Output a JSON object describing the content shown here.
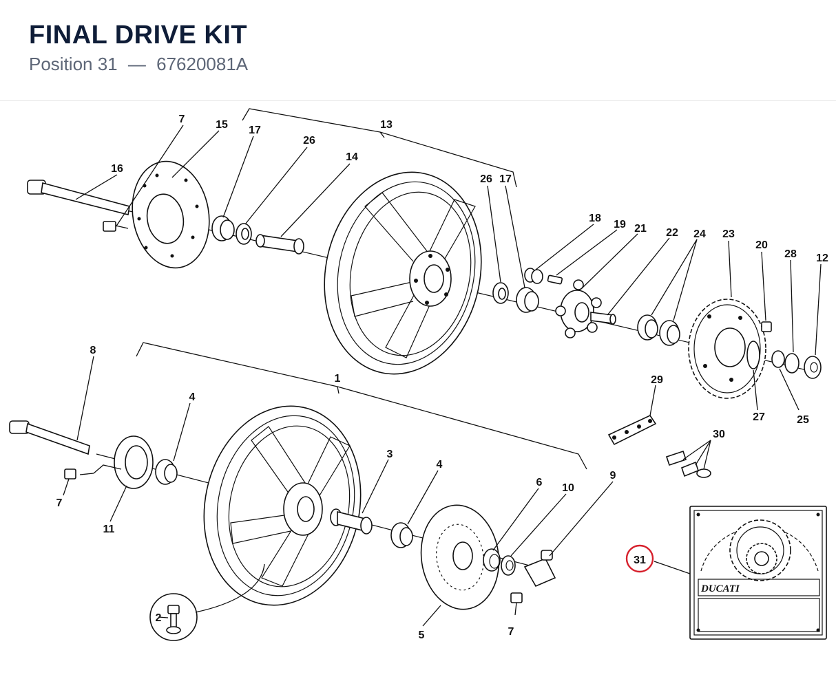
{
  "header": {
    "title": "FINAL DRIVE KIT",
    "position_label": "Position 31",
    "separator": "—",
    "part_number": "67620081A"
  },
  "callouts": {
    "c1": "1",
    "c2": "2",
    "c3": "3",
    "c4a": "4",
    "c4b": "4",
    "c5": "5",
    "c6": "6",
    "c7a": "7",
    "c7b": "7",
    "c7c": "7",
    "c8": "8",
    "c9": "9",
    "c10": "10",
    "c11": "11",
    "c12": "12",
    "c13": "13",
    "c14": "14",
    "c15": "15",
    "c16": "16",
    "c17a": "17",
    "c17b": "17",
    "c18": "18",
    "c19": "19",
    "c20": "20",
    "c21": "21",
    "c22": "22",
    "c23": "23",
    "c24": "24",
    "c25": "25",
    "c26a": "26",
    "c26b": "26",
    "c27": "27",
    "c28": "28",
    "c29": "29",
    "c30": "30",
    "c31": "31"
  },
  "kit_box": {
    "brand_text": "DUCATI",
    "highlight_color": "#d6202c"
  }
}
